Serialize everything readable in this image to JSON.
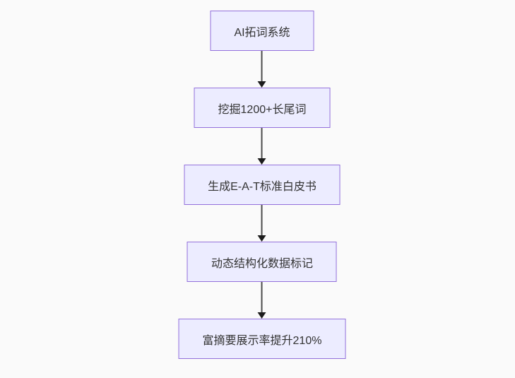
{
  "flowchart": {
    "type": "vertical-flow-diagram",
    "colors": {
      "node_fill": "#ECECFF",
      "node_border": "#9370DB",
      "node_text": "#333333",
      "arrow": "#333333",
      "background": "#fafafa"
    },
    "nodes": [
      {
        "id": "A",
        "label": "AI拓词系统"
      },
      {
        "id": "B",
        "label": "挖掘1200+长尾词"
      },
      {
        "id": "C",
        "label": "生成E-A-T标准白皮书"
      },
      {
        "id": "D",
        "label": "动态结构化数据标记"
      },
      {
        "id": "E",
        "label": "富摘要展示率提升210%"
      }
    ],
    "edges": [
      {
        "from": "A",
        "to": "B"
      },
      {
        "from": "B",
        "to": "C"
      },
      {
        "from": "C",
        "to": "D"
      },
      {
        "from": "D",
        "to": "E"
      }
    ]
  }
}
